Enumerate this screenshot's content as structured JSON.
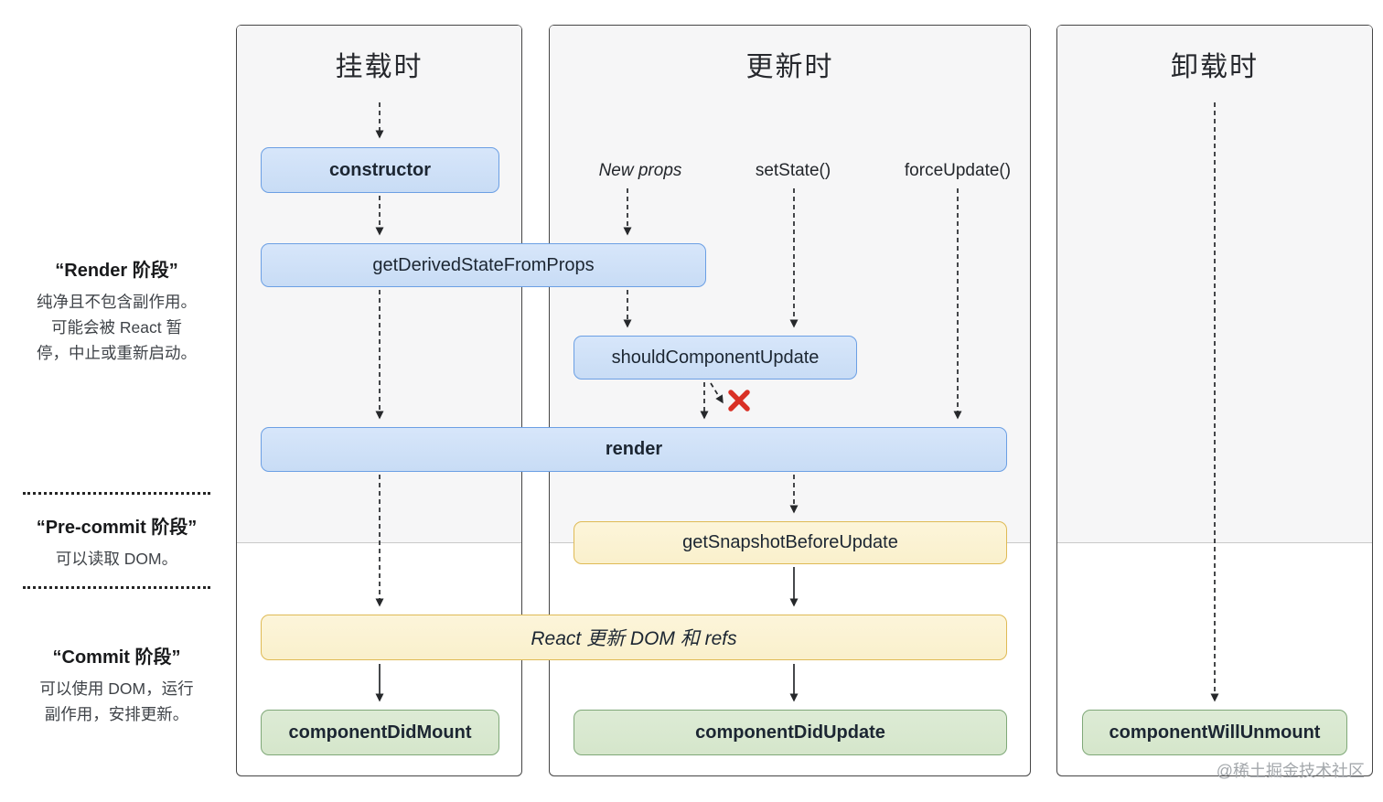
{
  "sidebar": {
    "render_phase": {
      "title": "“Render 阶段”",
      "desc": [
        "纯净且不包含副作用。",
        "可能会被 React 暂",
        "停，中止或重新启动。"
      ]
    },
    "precommit_phase": {
      "title": "“Pre-commit 阶段”",
      "desc": [
        "可以读取 DOM。"
      ]
    },
    "commit_phase": {
      "title": "“Commit 阶段”",
      "desc": [
        "可以使用 DOM，运行",
        "副作用，安排更新。"
      ]
    }
  },
  "columns": {
    "mounting": {
      "title": "挂载时"
    },
    "updating": {
      "title": "更新时"
    },
    "unmounting": {
      "title": "卸载时"
    }
  },
  "triggers": {
    "new_props": "New props",
    "set_state": "setState()",
    "force_update": "forceUpdate()"
  },
  "boxes": {
    "constructor": {
      "label": "constructor",
      "color": "blue"
    },
    "get_derived_state_from_props": {
      "label": "getDerivedStateFromProps",
      "color": "blue"
    },
    "should_component_update": {
      "label": "shouldComponentUpdate",
      "color": "blue"
    },
    "render": {
      "label": "render",
      "color": "blue"
    },
    "get_snapshot_before_update": {
      "label": "getSnapshotBeforeUpdate",
      "color": "yellow"
    },
    "react_updates_dom": {
      "label": "React 更新 DOM 和 refs",
      "color": "yellow"
    },
    "component_did_mount": {
      "label": "componentDidMount",
      "color": "green"
    },
    "component_did_update": {
      "label": "componentDidUpdate",
      "color": "green"
    },
    "component_will_unmount": {
      "label": "componentWillUnmount",
      "color": "green"
    }
  },
  "watermark": "@稀土掘金技术社区",
  "colors": {
    "blue_fill": "#cde0f6",
    "blue_border": "#6b9fe4",
    "yellow_fill": "#fbf2d5",
    "yellow_border": "#dfba55",
    "green_fill": "#d9e8d0",
    "green_border": "#7fa878",
    "column_fill": "#f6f6f7",
    "column_border": "#454545",
    "reject_x": "#d93025",
    "arrow": "#26282b",
    "watermark": "#a3a7ab"
  }
}
